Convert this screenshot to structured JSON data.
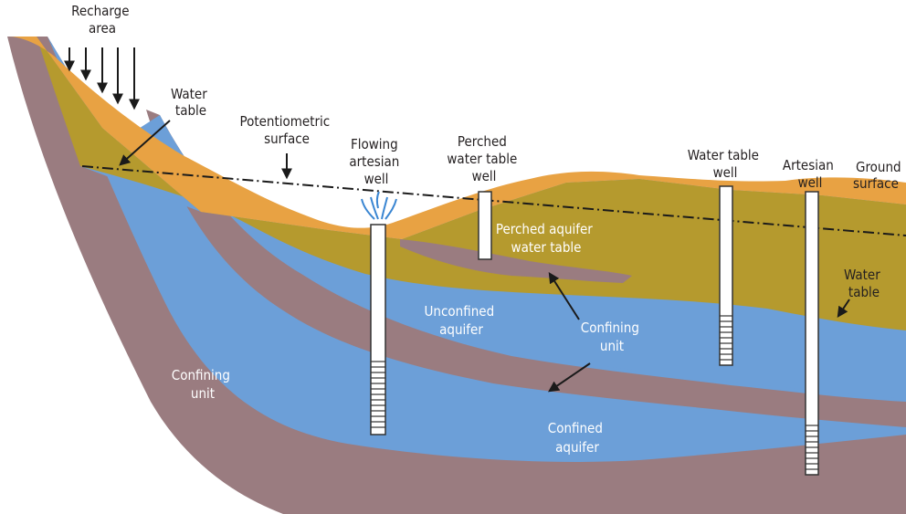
{
  "labels": {
    "recharge_area": [
      "Recharge",
      "area"
    ],
    "water_table_top": [
      "Water",
      "table"
    ],
    "potentiometric_surface": [
      "Potentiometric",
      "surface"
    ],
    "flowing_artesian_well": [
      "Flowing",
      "artesian",
      "well"
    ],
    "perched_water_table_well": [
      "Perched",
      "water table",
      "well"
    ],
    "water_table_well": [
      "Water table",
      "well"
    ],
    "artesian_well": [
      "Artesian",
      "well"
    ],
    "ground_surface": [
      "Ground",
      "surface"
    ],
    "perched_aquifer_water_table": [
      "Perched aquifer",
      "water table"
    ],
    "water_table_right": [
      "Water",
      "table"
    ],
    "unconfined_aquifer": [
      "Unconfined",
      "aquifer"
    ],
    "confining_unit_center": [
      "Confining",
      "unit"
    ],
    "confining_unit_left": [
      "Confining",
      "unit"
    ],
    "confined_aquifer": [
      "Confined",
      "aquifer"
    ]
  },
  "colors": {
    "ground_surface_soil": "#e8a243",
    "unsaturated_zone": "#b59a2e",
    "aquifer_water": "#6c9fd8",
    "confining_unit": "#9a7c80",
    "potentiometric_line": "#1a1a1a",
    "well_casing": "#ffffff",
    "fountain": "#3a86d2"
  }
}
